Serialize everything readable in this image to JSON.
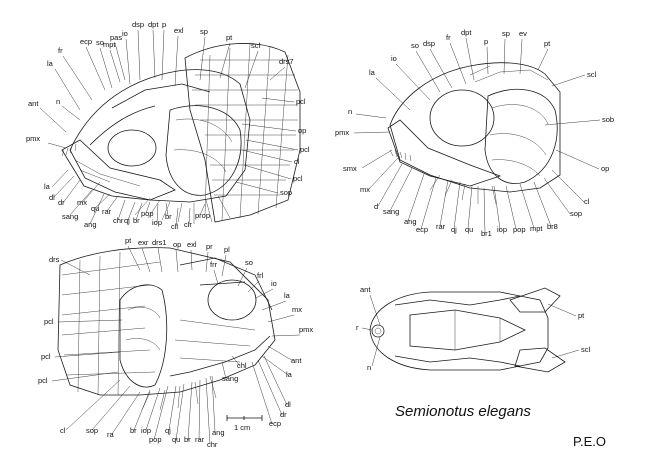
{
  "species_name": "Semionotus elegans",
  "credit": "P.E.O",
  "scale_label": "1 cm",
  "views": [
    {
      "id": "left-lateral-view",
      "labels": [
        "mpt",
        "io",
        "dsp",
        "dpt",
        "p",
        "exl",
        "sp",
        "pt",
        "scl",
        "drs7",
        "pas",
        "ecp",
        "so",
        "fr",
        "la",
        "n",
        "ant",
        "pmx",
        "la",
        "dl",
        "dr",
        "mx",
        "sang",
        "ang",
        "qu",
        "rar",
        "chr",
        "qj",
        "br",
        "pop",
        "iop",
        "br",
        "cll",
        "clr",
        "prop",
        "sop",
        "pcl",
        "cl",
        "pcl",
        "op",
        "pcl"
      ]
    },
    {
      "id": "right-lateral-view",
      "labels": [
        "so",
        "dsp",
        "fr",
        "dpt",
        "p",
        "sp",
        "ev",
        "pt",
        "io",
        "la",
        "scl",
        "sob",
        "n",
        "pmx",
        "smx",
        "mx",
        "d",
        "sang",
        "ang",
        "ecp",
        "rar",
        "qj",
        "qu",
        "br1",
        "iop",
        "pop",
        "mpt",
        "br8",
        "sop",
        "cl",
        "op"
      ]
    },
    {
      "id": "oblique-view",
      "labels": [
        "pt",
        "exr",
        "drs1",
        "op",
        "exl",
        "pr",
        "pl",
        "frr",
        "so",
        "frl",
        "io",
        "la",
        "mx",
        "pmx",
        "ant",
        "la",
        "drs",
        "pcl",
        "pcl",
        "pcl",
        "chl",
        "sang",
        "dl",
        "dr",
        "ecp",
        "cl",
        "sop",
        "ra",
        "br",
        "iop",
        "pop",
        "qj",
        "qu",
        "br",
        "rar",
        "chr",
        "ang"
      ]
    },
    {
      "id": "dorsal-view",
      "labels": [
        "ant",
        "r",
        "n",
        "pt",
        "scl"
      ]
    }
  ]
}
